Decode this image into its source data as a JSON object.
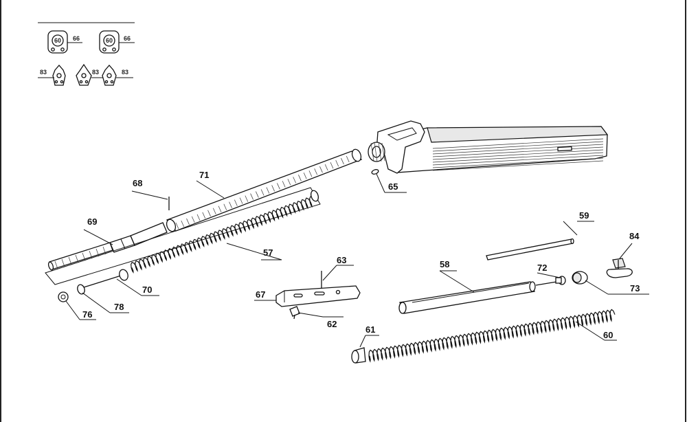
{
  "inset": {
    "row1": [
      {
        "label": "66",
        "mark": "60"
      },
      {
        "label": "66",
        "mark": "60"
      }
    ],
    "row2": [
      "83",
      "83",
      "83"
    ]
  },
  "parts": {
    "p57": "57",
    "p58": "58",
    "p59": "59",
    "p60": "60",
    "p61": "61",
    "p62": "62",
    "p63": "63",
    "p65": "65",
    "p67": "67",
    "p68": "68",
    "p69": "69",
    "p70": "70",
    "p71": "71",
    "p72": "72",
    "p73": "73",
    "p76": "76",
    "p78": "78",
    "p84": "84"
  }
}
